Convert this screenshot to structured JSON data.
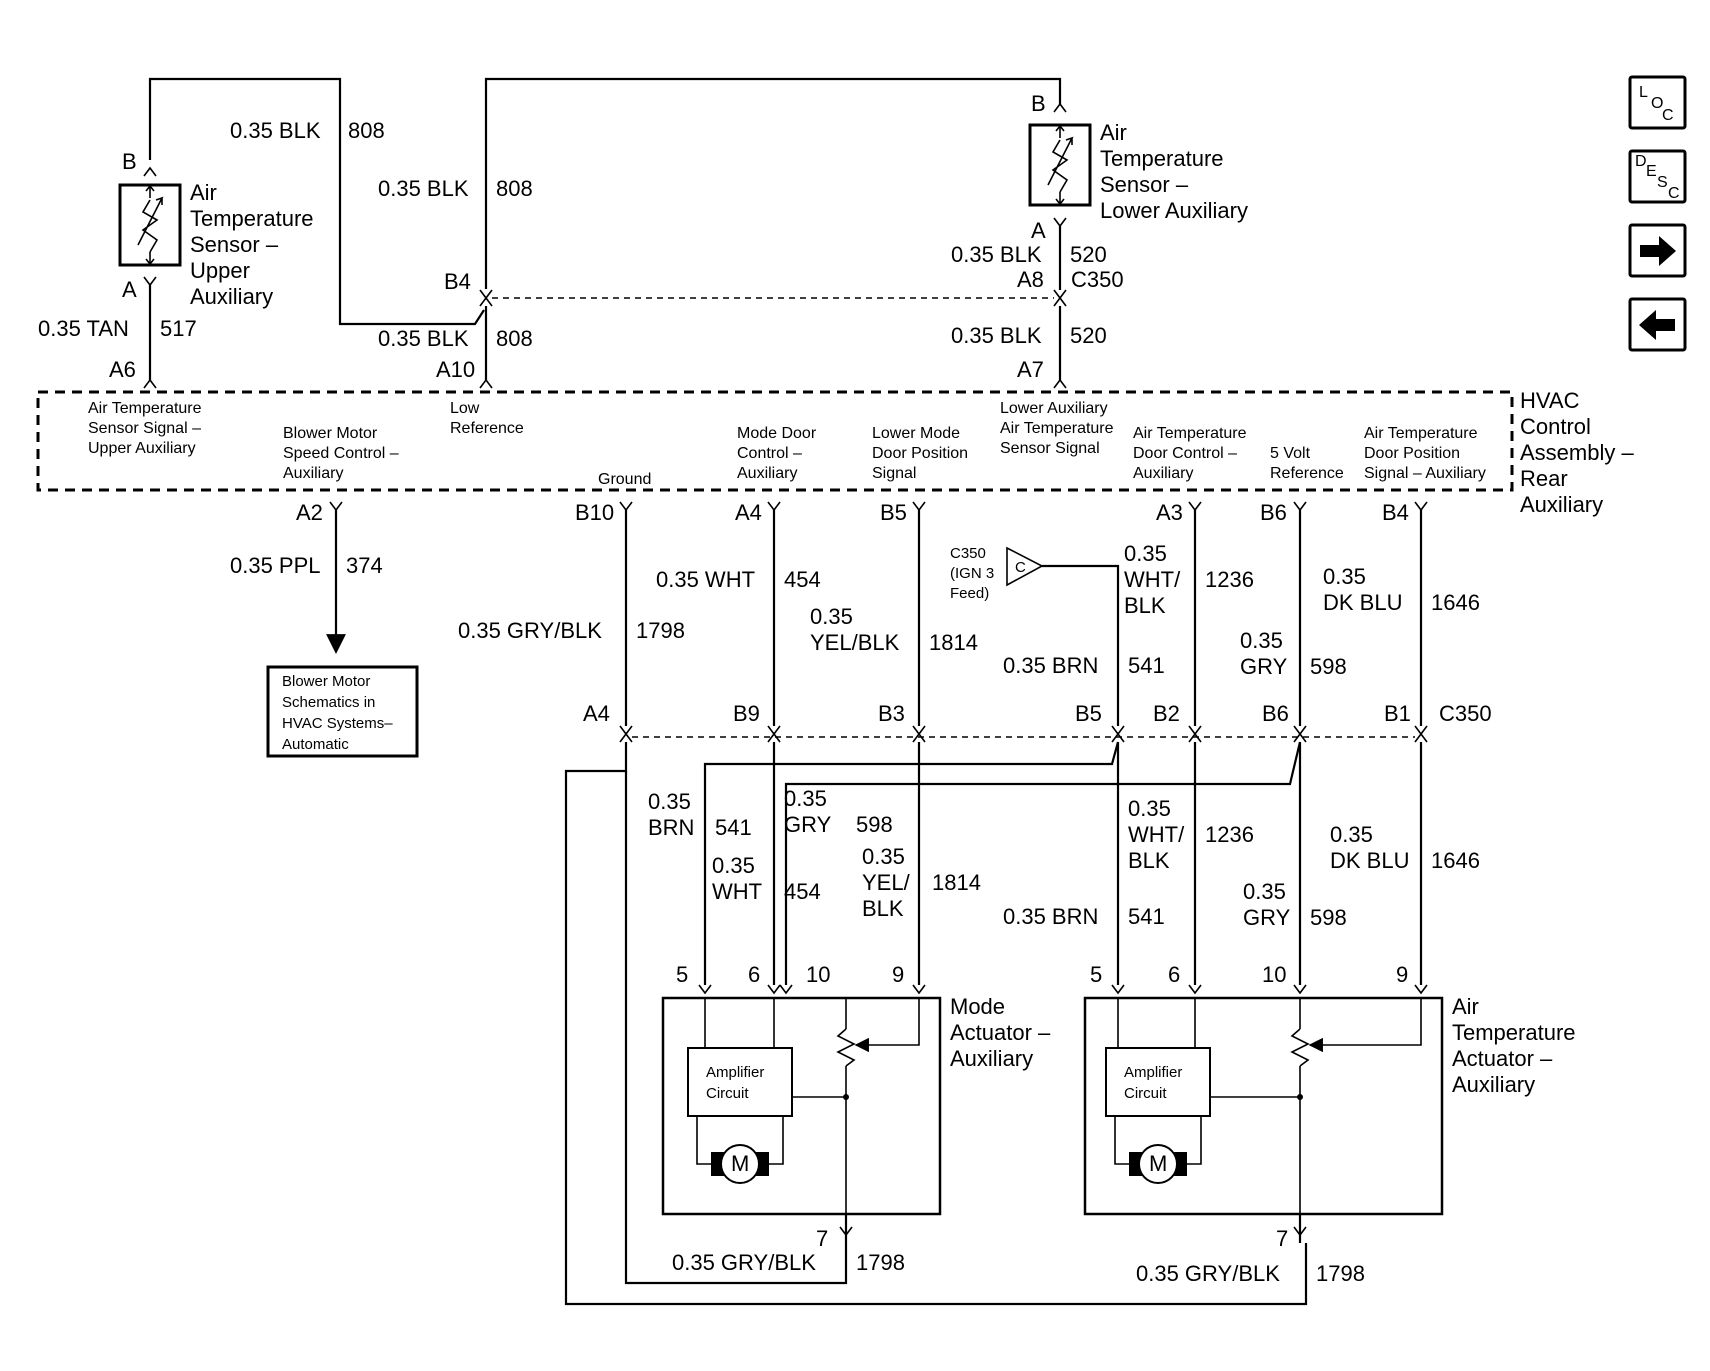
{
  "nav": {
    "loc": [
      "L",
      "O",
      "C"
    ],
    "desc": [
      "D",
      "E",
      "S",
      "C"
    ]
  },
  "upper_sensor": {
    "pin_b": "B",
    "pin_a": "A",
    "name": [
      "Air",
      "Temperature",
      "Sensor –",
      "Upper",
      "Auxiliary"
    ],
    "wire_b": {
      "gauge": "0.35 BLK",
      "circuit": "808"
    },
    "wire_a": {
      "gauge": "0.35 TAN",
      "circuit": "517"
    },
    "conn": "A6"
  },
  "low_ref": {
    "wire_top": {
      "gauge": "0.35 BLK",
      "circuit": "808"
    },
    "pin": "B4",
    "wire_bottom": {
      "gauge": "0.35 BLK",
      "circuit": "808"
    },
    "conn": "A10"
  },
  "lower_sensor": {
    "pin_b": "B",
    "pin_a": "A",
    "name": [
      "Air",
      "Temperature",
      "Sensor –",
      "Lower Auxiliary"
    ],
    "wire_a": {
      "gauge": "0.35 BLK",
      "circuit": "520"
    },
    "c350_pin": "A8",
    "c350": "C350",
    "wire_b": {
      "gauge": "0.35 BLK",
      "circuit": "520"
    },
    "conn": "A7"
  },
  "module": {
    "name": [
      "HVAC",
      "Control",
      "Assembly –",
      "Rear",
      "Auxiliary"
    ],
    "labels": {
      "upper_signal": [
        "Air Temperature",
        "Sensor Signal –",
        "Upper Auxiliary"
      ],
      "blower": [
        "Blower Motor",
        "Speed Control –",
        "Auxiliary"
      ],
      "low_ref": [
        "Low",
        "Reference"
      ],
      "ground": [
        "Ground"
      ],
      "mode_ctrl": [
        "Mode Door",
        "Control –",
        "Auxiliary"
      ],
      "lower_mode": [
        "Lower Mode",
        "Door Position",
        "Signal"
      ],
      "lower_aux": [
        "Lower Auxiliary",
        "Air Temperature",
        "Sensor Signal"
      ],
      "air_ctrl": [
        "Air Temperature",
        "Door Control –",
        "Auxiliary"
      ],
      "five_volt": [
        "5 Volt",
        "Reference"
      ],
      "air_pos": [
        "Air Temperature",
        "Door Position",
        "Signal – Auxiliary"
      ]
    }
  },
  "bottom_pins": {
    "a2": "A2",
    "b10": "B10",
    "a4": "A4",
    "b5": "B5",
    "a3": "A3",
    "b6": "B6",
    "b4": "B4"
  },
  "mid_wires": {
    "ppl": {
      "gauge": "0.35 PPL",
      "circuit": "374"
    },
    "grybk": {
      "gauge": "0.35 GRY/BLK",
      "circuit": "1798"
    },
    "wht": {
      "gauge": "0.35 WHT",
      "circuit": "454"
    },
    "yelblk": {
      "gauge": [
        "0.35",
        "YEL/BLK"
      ],
      "circuit": "1814"
    },
    "brn": {
      "gauge": "0.35 BRN",
      "circuit": "541"
    },
    "whtblk": {
      "gauge": [
        "0.35",
        "WHT/",
        "BLK"
      ],
      "circuit": "1236"
    },
    "gry": {
      "gauge": [
        "0.35",
        "GRY"
      ],
      "circuit": "598"
    },
    "dkblu": {
      "gauge": [
        "0.35",
        "DK BLU"
      ],
      "circuit": "1646"
    }
  },
  "ign_feed": {
    "text": [
      "C350",
      "(IGN 3",
      "Feed)"
    ],
    "symbol": "C"
  },
  "blower_ref": [
    "Blower Motor",
    "Schematics in",
    "HVAC Systems–",
    "Automatic"
  ],
  "c350_row": {
    "a4": "A4",
    "b9": "B9",
    "b3": "B3",
    "b5": "B5",
    "b2": "B2",
    "b6": "B6",
    "b1": "B1",
    "name": "C350"
  },
  "lower_wires": {
    "brn": {
      "gauge": [
        "0.35",
        "BRN"
      ],
      "circuit": "541"
    },
    "gry": {
      "gauge": [
        "0.35",
        "GRY"
      ],
      "circuit": "598"
    },
    "wht": {
      "gauge": [
        "0.35",
        "WHT"
      ],
      "circuit": "454"
    },
    "yelblk": {
      "gauge": [
        "0.35",
        "YEL/",
        "BLK"
      ],
      "circuit": "1814"
    },
    "whtblk": {
      "gauge": [
        "0.35",
        "WHT/",
        "BLK"
      ],
      "circuit": "1236"
    },
    "brn2": {
      "gauge": "0.35 BRN",
      "circuit": "541"
    },
    "dkblu": {
      "gauge": [
        "0.35",
        "DK BLU"
      ],
      "circuit": "1646"
    },
    "gry2": {
      "gauge": [
        "0.35",
        "GRY"
      ],
      "circuit": "598"
    }
  },
  "mode_actuator": {
    "name": [
      "Mode",
      "Actuator –",
      "Auxiliary"
    ],
    "pins": [
      "5",
      "6",
      "10",
      "9"
    ],
    "amp": [
      "Amplifier",
      "Circuit"
    ],
    "motor": "M",
    "pin7": "7",
    "ground_wire": {
      "gauge": "0.35 GRY/BLK",
      "circuit": "1798"
    }
  },
  "air_actuator": {
    "name": [
      "Air",
      "Temperature",
      "Actuator –",
      "Auxiliary"
    ],
    "pins": [
      "5",
      "6",
      "10",
      "9"
    ],
    "amp": [
      "Amplifier",
      "Circuit"
    ],
    "motor": "M",
    "pin7": "7",
    "ground_wire": {
      "gauge": "0.35 GRY/BLK",
      "circuit": "1798"
    }
  }
}
